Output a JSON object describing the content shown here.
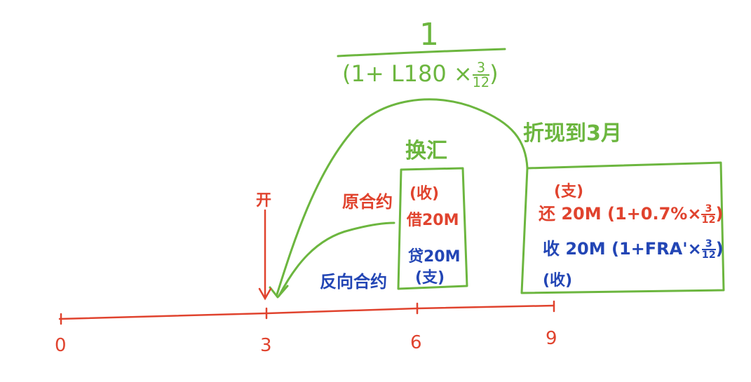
{
  "title_fraction": {
    "numerator": "1",
    "denominator_prefix": "(1+ L180 ×",
    "denominator_frac_num": "3",
    "denominator_frac_den": "12",
    "denominator_suffix": ")"
  },
  "labels": {
    "swap": "换汇",
    "discount": "折现到3月",
    "open": "开",
    "original_contract": "原合约",
    "reverse_contract": "反向合约"
  },
  "box_6": {
    "receive_tag": "(收)",
    "borrow": "借20M",
    "lend": "贷20M",
    "pay_tag": "(支)"
  },
  "box_9": {
    "pay_tag": "(支)",
    "repay_prefix": "还 20M (1+0.7%×",
    "repay_num": "3",
    "repay_den": "12",
    "repay_suffix": ")",
    "receive_prefix": "收 20M (1+FRA'×",
    "receive_num": "3",
    "receive_den": "12",
    "receive_suffix": ")",
    "receive_tag": "(收)"
  },
  "timeline": {
    "ticks": [
      "0",
      "3",
      "6",
      "9"
    ]
  },
  "colors": {
    "green": "#6cb63f",
    "red": "#e0432e",
    "blue": "#2346b5"
  }
}
